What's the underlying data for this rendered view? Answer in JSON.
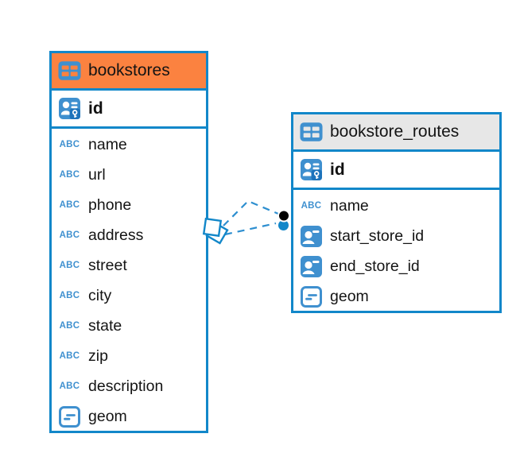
{
  "colors": {
    "accent_blue": "#1287c9",
    "line_blue": "#2e8fd0",
    "icon_blue": "#3f90cf",
    "icon_blue_dark": "#1d73bb",
    "header_orange": "#fb8240",
    "header_gray": "#e7e7e7",
    "text_black": "#141414"
  },
  "tables": [
    {
      "title": "bookstores",
      "header_style": "hdr-orange",
      "header_icon": "table-icon",
      "primary_key": {
        "name": "id",
        "icon": "primary-key-icon"
      },
      "columns": [
        {
          "name": "name",
          "icon": "text-icon"
        },
        {
          "name": "url",
          "icon": "text-icon"
        },
        {
          "name": "phone",
          "icon": "text-icon"
        },
        {
          "name": "address",
          "icon": "text-icon"
        },
        {
          "name": "street",
          "icon": "text-icon"
        },
        {
          "name": "city",
          "icon": "text-icon"
        },
        {
          "name": "state",
          "icon": "text-icon"
        },
        {
          "name": "zip",
          "icon": "text-icon"
        },
        {
          "name": "description",
          "icon": "text-icon"
        },
        {
          "name": "geom",
          "icon": "geometry-icon"
        }
      ]
    },
    {
      "title": "bookstore_routes",
      "header_style": "hdr-gray",
      "header_icon": "table-icon",
      "primary_key": {
        "name": "id",
        "icon": "primary-key-icon"
      },
      "columns": [
        {
          "name": "name",
          "icon": "text-icon"
        },
        {
          "name": "start_store_id",
          "icon": "foreign-key-icon"
        },
        {
          "name": "end_store_id",
          "icon": "foreign-key-icon"
        },
        {
          "name": "geom",
          "icon": "geometry-icon"
        }
      ]
    }
  ],
  "relationship": {
    "from_table": "bookstores",
    "to_table": "bookstore_routes",
    "line_style": "dashed",
    "line_count": 2,
    "from_marker": "double-diamond",
    "to_marker": "black-dot-over-blue-dot"
  }
}
